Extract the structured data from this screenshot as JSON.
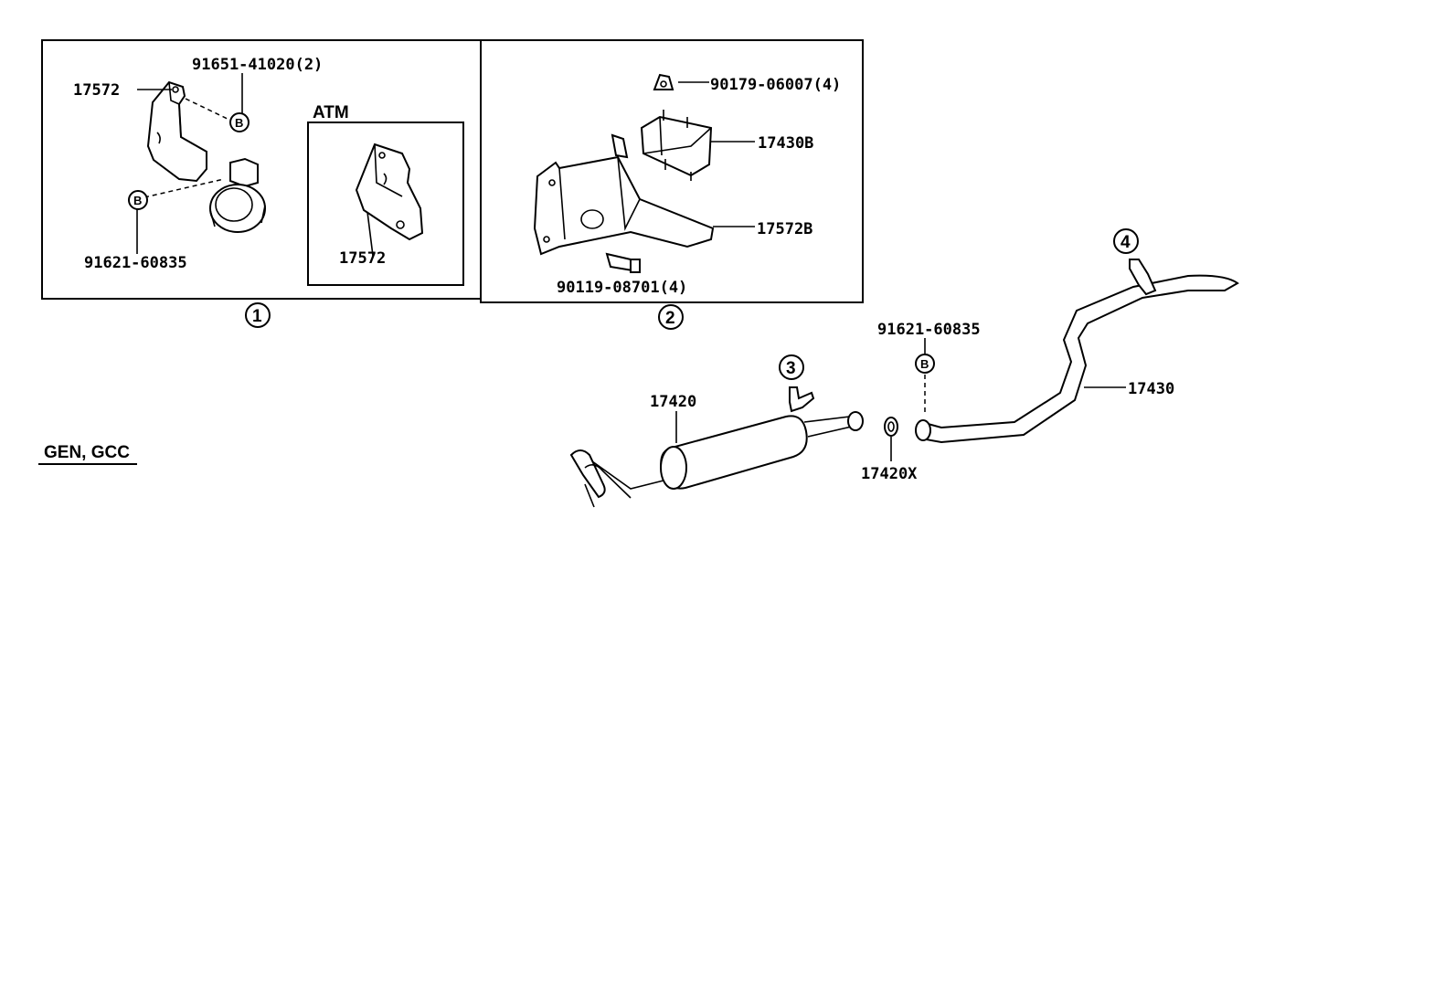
{
  "panel1": {
    "callout": "1",
    "inset_title": "ATM",
    "labels": {
      "bracket": "17572",
      "nut": "91651-41020(2)",
      "bolt": "91621-60835",
      "atm_bracket": "17572"
    },
    "b_marks": [
      "B",
      "B"
    ]
  },
  "panel2": {
    "callout": "2",
    "labels": {
      "nut": "90179-06007(4)",
      "mount": "17430B",
      "bracket": "17572B",
      "bolt": "90119-08701(4)"
    }
  },
  "main": {
    "region_label": "GEN, GCC",
    "callouts": [
      "3",
      "4"
    ],
    "b_mark": "B",
    "labels": {
      "muffler": "17420",
      "gasket": "17420X",
      "bolt": "91621-60835",
      "tailpipe": "17430"
    }
  }
}
